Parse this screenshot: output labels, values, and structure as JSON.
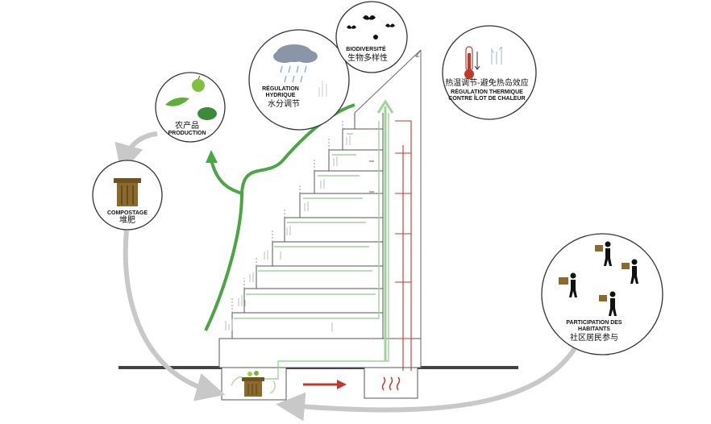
{
  "bubbles": {
    "production": {
      "zh": "农产品",
      "fr": "PRODUCTION"
    },
    "regulation_hydrique": {
      "fr_line1": "RÉGULATION",
      "fr_line2": "HYDRIQUE",
      "zh": "水分调节"
    },
    "biodiversite": {
      "fr": "BIODIVERSITÉ",
      "zh": "生物多样性"
    },
    "regulation_thermique": {
      "zh": "热温调节-避免热岛效应",
      "fr_line1": "RÉGULATION THERMIQUE",
      "fr_line2": "CONTRE ÎLOT DE CHALEUR"
    },
    "compostage": {
      "fr": "COMPOSTAGE",
      "zh": "堆肥"
    },
    "participation": {
      "fr_line1": "PARTICIPATION DES",
      "fr_line2": "HABITANTS",
      "zh": "社区居民参与"
    }
  },
  "colors": {
    "green": "#4aa544",
    "light_green": "#9fd39a",
    "red": "#c0392b",
    "arrow_gray": "#c8c8c8",
    "outline": "#333333",
    "bin_brown": "#8b6a2c"
  },
  "icons": [
    "apple-icon",
    "peas-icon",
    "cabbage-icon",
    "cloud-rain-icon",
    "birds-icon",
    "thermometer-icon",
    "compost-bin-icon",
    "person-carrying-box-icon",
    "heat-waves-icon",
    "plant-icon"
  ]
}
